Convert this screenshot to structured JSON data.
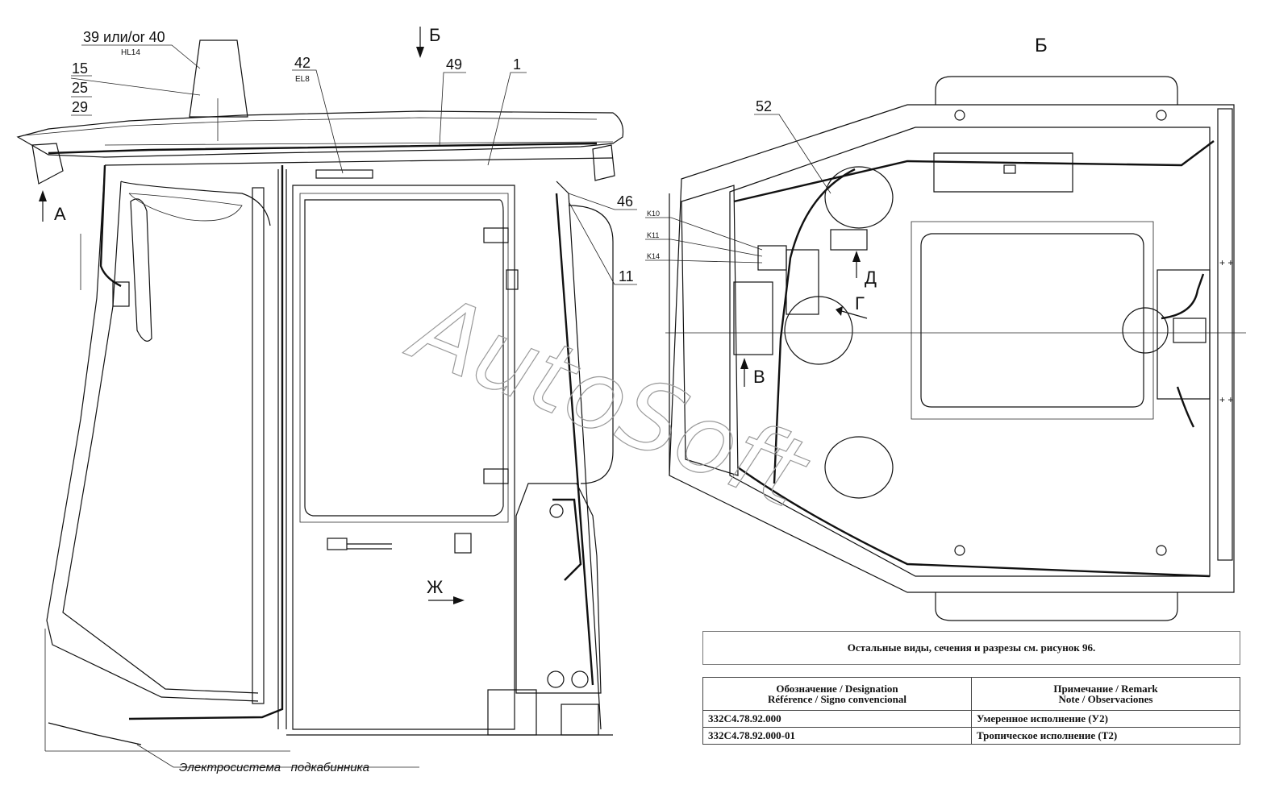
{
  "callouts": {
    "c39_40": "39 или/or 40",
    "hl14": "HL14",
    "c15": "15",
    "c25": "25",
    "c29": "29",
    "c42": "42",
    "el8": "EL8",
    "c49": "49",
    "c1": "1",
    "c46": "46",
    "c11": "11",
    "c52": "52",
    "k10": "K10",
    "k11": "K11",
    "k14": "K14"
  },
  "view_markers": {
    "view_b_arrow": "Б",
    "view_b_title": "Б",
    "view_a": "А",
    "view_d": "Д",
    "view_g": "Г",
    "view_v": "В",
    "view_zh": "Ж"
  },
  "subcab_label": "Электросистема   подкабинника",
  "watermark": "AutoSoft",
  "note": "Остальные виды, сечения и разрезы см. рисунок 96.",
  "table": {
    "headers": [
      [
        "Обозначение / Designation",
        "Référence / Signo convencional"
      ],
      [
        "Примечание / Remark",
        "Note / Observaciones"
      ]
    ],
    "rows": [
      [
        "332С4.78.92.000",
        "Умеренное исполнение (У2)"
      ],
      [
        "332С4.78.92.000-01",
        "Тропическое исполнение (Т2)"
      ]
    ]
  }
}
